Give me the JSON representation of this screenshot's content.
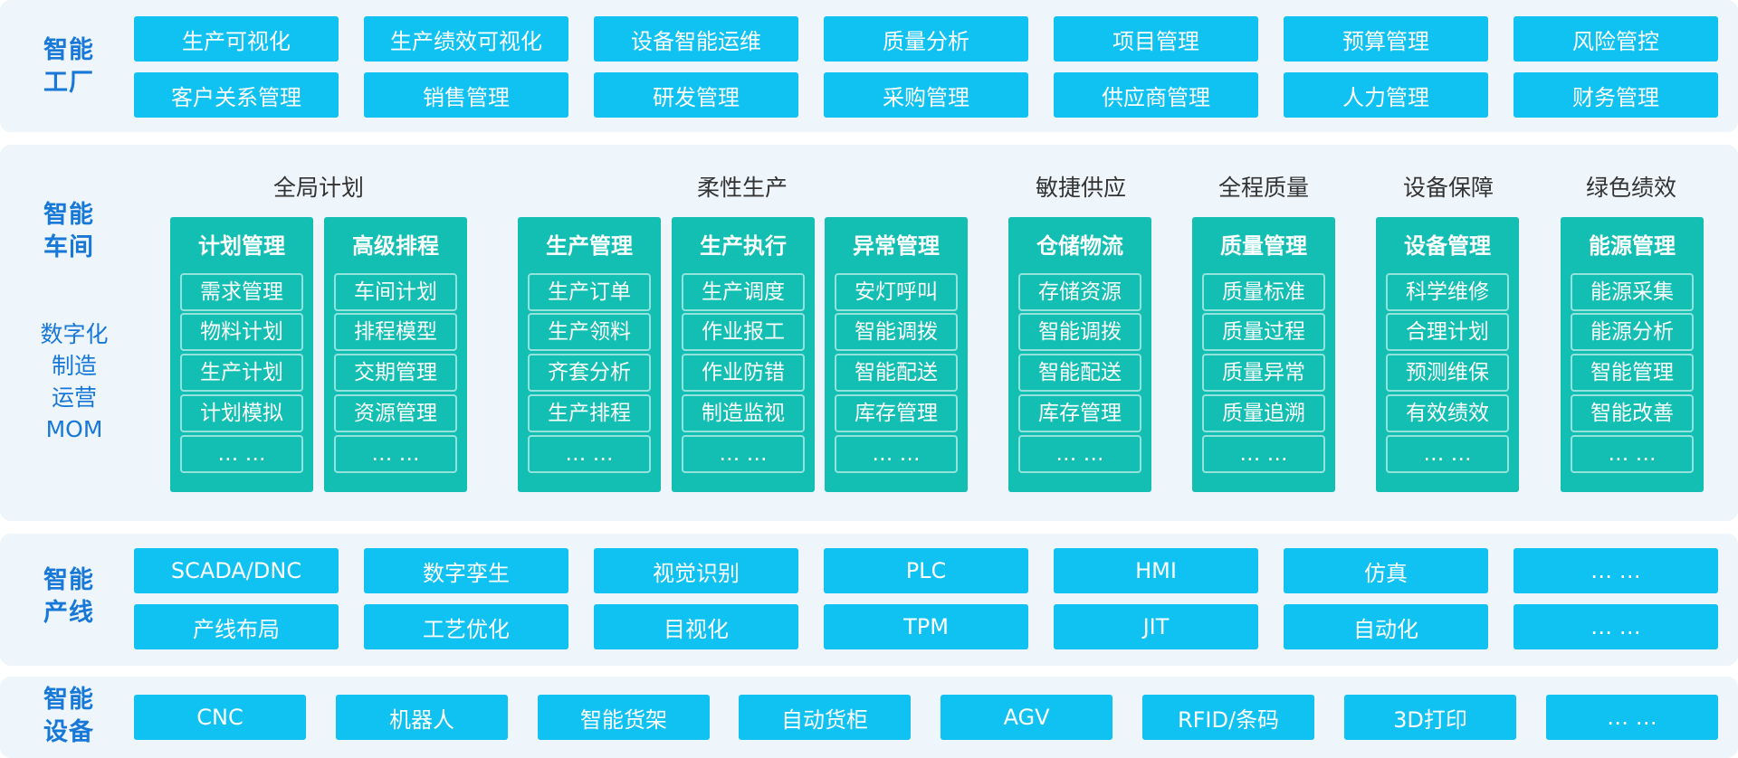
{
  "factory": {
    "label": "智能工厂",
    "row1": [
      "生产可视化",
      "生产绩效可视化",
      "设备智能运维",
      "质量分析",
      "项目管理",
      "预算管理",
      "风险管控"
    ],
    "row2": [
      "客户关系管理",
      "销售管理",
      "研发管理",
      "采购管理",
      "供应商管理",
      "人力管理",
      "财务管理"
    ]
  },
  "workshop": {
    "label": "智能车间",
    "mom": [
      "数字化",
      "制造",
      "运营",
      "MOM"
    ],
    "groups": [
      "全局计划",
      "柔性生产",
      "敏捷供应",
      "全程质量",
      "设备保障",
      "绿色绩效"
    ],
    "columns": [
      {
        "title": "计划管理",
        "items": [
          "需求管理",
          "物料计划",
          "生产计划",
          "计划模拟",
          "… …"
        ]
      },
      {
        "title": "高级排程",
        "items": [
          "车间计划",
          "排程模型",
          "交期管理",
          "资源管理",
          "… …"
        ]
      },
      {
        "title": "生产管理",
        "items": [
          "生产订单",
          "生产领料",
          "齐套分析",
          "生产排程",
          "… …"
        ]
      },
      {
        "title": "生产执行",
        "items": [
          "生产调度",
          "作业报工",
          "作业防错",
          "制造监视",
          "… …"
        ]
      },
      {
        "title": "异常管理",
        "items": [
          "安灯呼叫",
          "智能调拨",
          "智能配送",
          "库存管理",
          "… …"
        ]
      },
      {
        "title": "仓储物流",
        "items": [
          "存储资源",
          "智能调拨",
          "智能配送",
          "库存管理",
          "… …"
        ]
      },
      {
        "title": "质量管理",
        "items": [
          "质量标准",
          "质量过程",
          "质量异常",
          "质量追溯",
          "… …"
        ]
      },
      {
        "title": "设备管理",
        "items": [
          "科学维修",
          "合理计划",
          "预测维保",
          "有效绩效",
          "… …"
        ]
      },
      {
        "title": "能源管理",
        "items": [
          "能源采集",
          "能源分析",
          "智能管理",
          "智能改善",
          "… …"
        ]
      }
    ]
  },
  "line": {
    "label": "智能产线",
    "row1": [
      "SCADA/DNC",
      "数字孪生",
      "视觉识别",
      "PLC",
      "HMI",
      "仿真",
      "… …"
    ],
    "row2": [
      "产线布局",
      "工艺优化",
      "目视化",
      "TPM",
      "JIT",
      "自动化",
      "… …"
    ]
  },
  "equipment": {
    "label": "智能设备",
    "items": [
      "CNC",
      "机器人",
      "智能货架",
      "自动货柜",
      "AGV",
      "RFID/条码",
      "3D打印",
      "… …"
    ]
  },
  "colors": {
    "button": "#10c2f1",
    "column": "#12bfb2",
    "label": "#1778d8",
    "band": "#eef5fb"
  }
}
